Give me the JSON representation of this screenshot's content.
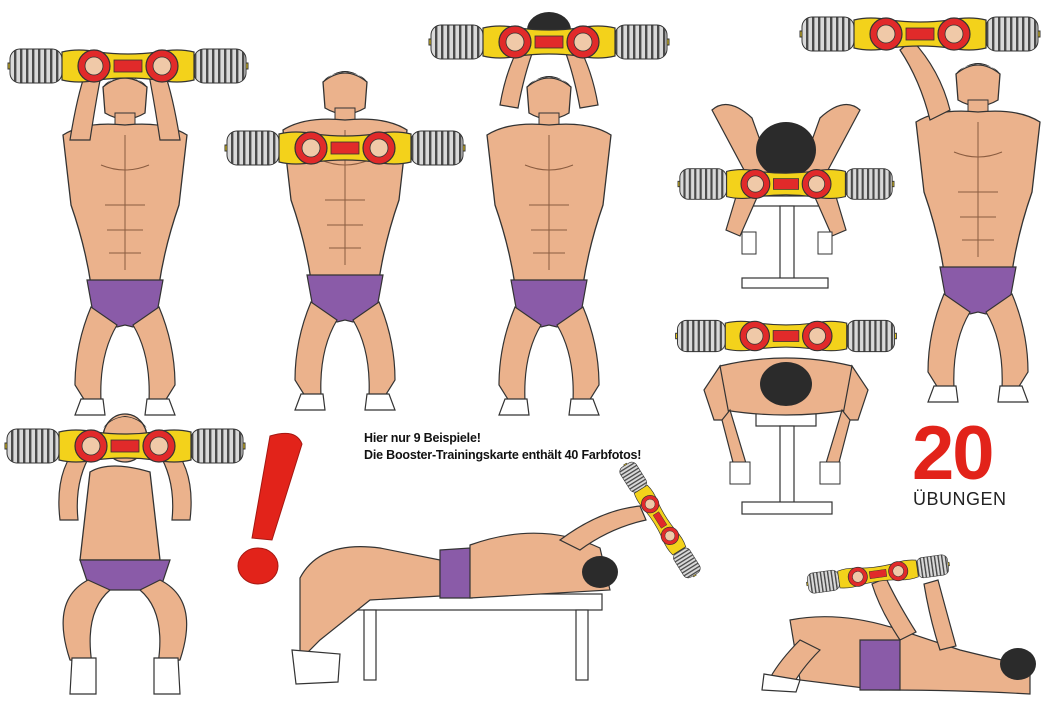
{
  "caption": {
    "line1": "Hier nur 9 Beispiele!",
    "line2": "Die Booster-Trainingskarte enthält 40 Farbfotos!"
  },
  "badge": {
    "number": "20",
    "label": "ÜBUNGEN"
  },
  "exclamation": "!",
  "colors": {
    "skin": "#ebb28c",
    "trunks": "#8a5ba8",
    "device": "#f3d21b",
    "pad": "#e12a2a",
    "accent": "#e2231a"
  },
  "illustrations": [
    {
      "name": "exercise-standing-overhead"
    },
    {
      "name": "exercise-standing-chest-press"
    },
    {
      "name": "exercise-standing-back-view"
    },
    {
      "name": "exercise-bench-kneeling"
    },
    {
      "name": "exercise-standing-side-overhead"
    },
    {
      "name": "exercise-squat"
    },
    {
      "name": "exercise-bench-lying-pullover"
    },
    {
      "name": "exercise-bench-prone"
    },
    {
      "name": "exercise-floor-lying-press"
    }
  ]
}
